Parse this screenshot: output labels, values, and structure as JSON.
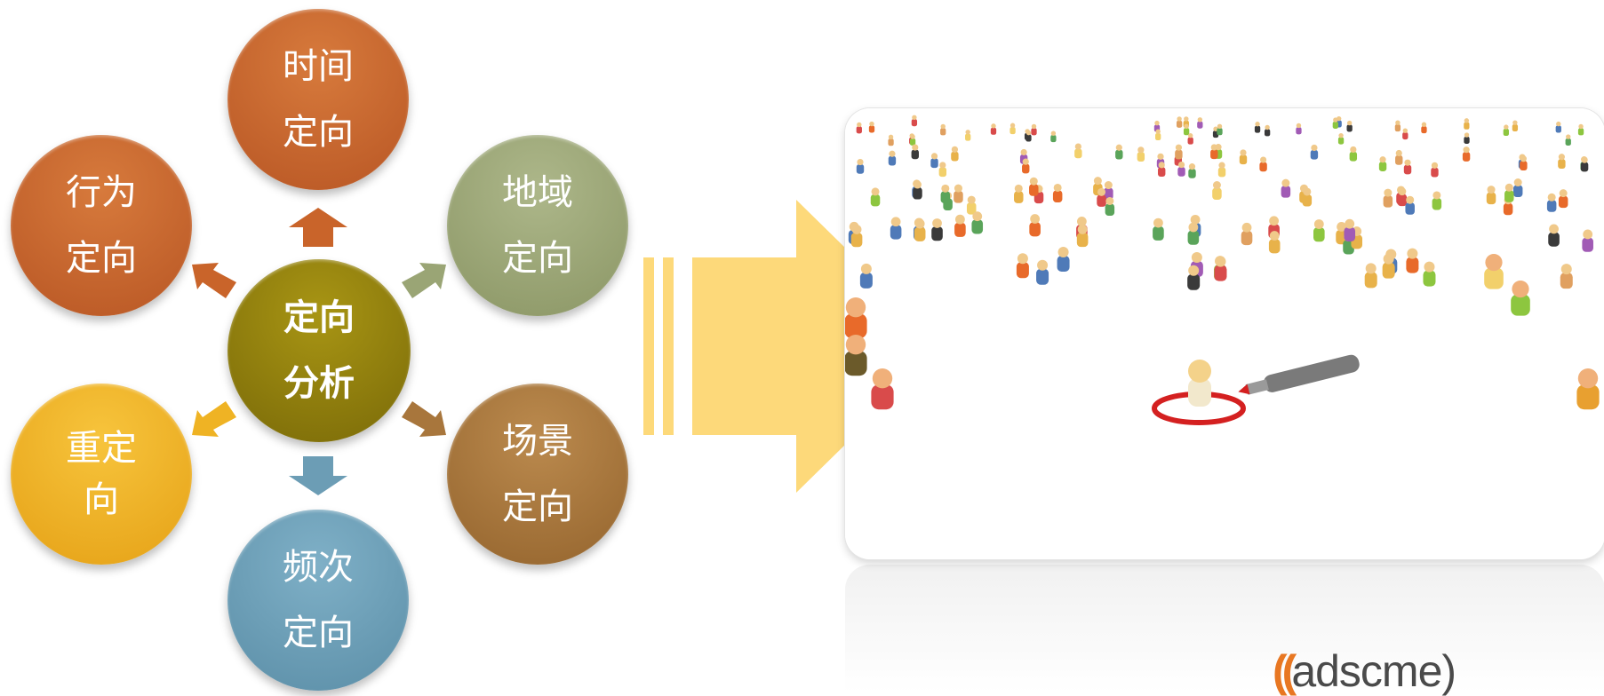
{
  "diagram": {
    "center": {
      "line1": "定向",
      "line2": "分析",
      "color": "#8e7d0e"
    },
    "nodes": [
      {
        "id": "time",
        "line1": "时间",
        "line2": "定向",
        "color": "#c9642a"
      },
      {
        "id": "region",
        "line1": "地域",
        "line2": "定向",
        "color": "#9aa575"
      },
      {
        "id": "scene",
        "line1": "场景",
        "line2": "定向",
        "color": "#a8763c"
      },
      {
        "id": "frequency",
        "line1": "频次",
        "line2": "定向",
        "color": "#6c9db5"
      },
      {
        "id": "retarget",
        "line1": "重定",
        "line2": "向",
        "color": "#efb324"
      },
      {
        "id": "behavior",
        "line1": "行为",
        "line2": "定向",
        "color": "#c9642a"
      }
    ],
    "big_arrow_color": "#fdd97a"
  },
  "photo": {
    "subject": "crowd-with-selected-person"
  },
  "logo": {
    "waves": "((",
    "text": "adscme)"
  }
}
